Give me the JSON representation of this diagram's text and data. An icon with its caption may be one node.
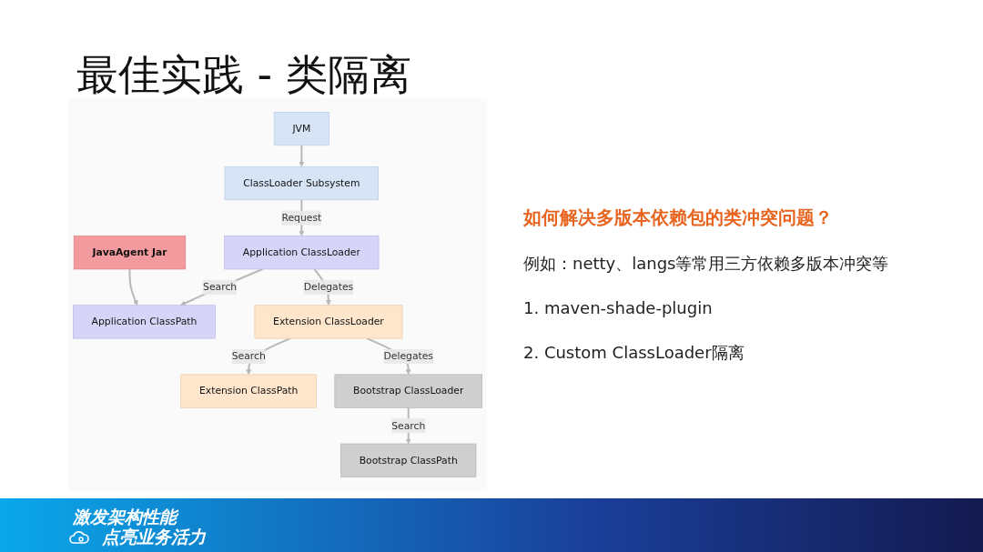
{
  "diagram": {
    "title": "最佳实践 - 类隔离",
    "nodes": [
      {
        "text": [
          "JVM"
        ]
      },
      {
        "text": [
          "ClassLoader Subsystem"
        ]
      },
      {
        "text": [
          "Application ClassLoader"
        ]
      },
      {
        "text": [
          "Application ClassPath"
        ]
      },
      {
        "text": [
          "JavaAgent Jar"
        ]
      },
      {
        "text": [
          "Extension ClassLoader"
        ]
      },
      {
        "text": [
          "Extension ClassPath"
        ]
      },
      {
        "text": [
          "Bootstrap ClassLoader"
        ]
      },
      {
        "text": [
          "Bootstrap ClassPath"
        ]
      }
    ],
    "edges": [
      {
        "from": 0,
        "to": 1,
        "arrow": "to"
      },
      {
        "from": 1,
        "to": 2,
        "arrow": "to",
        "label": "Request"
      },
      {
        "from": 2,
        "to": 3,
        "arrow": "to",
        "label": "Search"
      },
      {
        "from": 4,
        "to": 3,
        "arrow": "to"
      },
      {
        "from": 2,
        "to": 5,
        "arrow": "to",
        "label": "Delegates"
      },
      {
        "from": 5,
        "to": 6,
        "arrow": "to",
        "label": "Search"
      },
      {
        "from": 5,
        "to": 7,
        "arrow": "to",
        "label": "Delegates"
      },
      {
        "from": 7,
        "to": 8,
        "arrow": "to",
        "label": "Search"
      }
    ],
    "labels": [
      "如何解决多版本依赖包的类冲突问题？",
      "例如：netty、langs等常用三方依赖多版本冲突等",
      "1.  maven-shade-plugin",
      "2.  Custom ClassLoader隔离",
      "激发架构性能",
      "点亮业务活力"
    ]
  }
}
